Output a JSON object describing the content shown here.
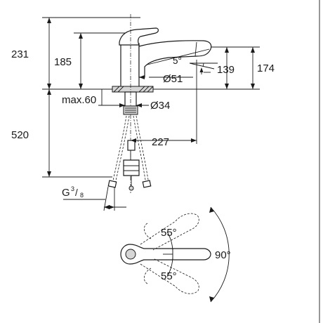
{
  "dimensions": {
    "total_height": "231",
    "spout_height": "185",
    "outlet_height": "174",
    "outlet_clearance": "139",
    "spout_angle": "5°",
    "base_diameter": "Ø51",
    "hole_diameter": "Ø34",
    "max_thickness": "max.60",
    "hose_length": "520",
    "spout_reach": "227",
    "thread_main": "G",
    "thread_num": "3",
    "thread_den": "8",
    "rotation_upper": "55°",
    "rotation_lower": "55°",
    "rotation_total": "90°"
  }
}
